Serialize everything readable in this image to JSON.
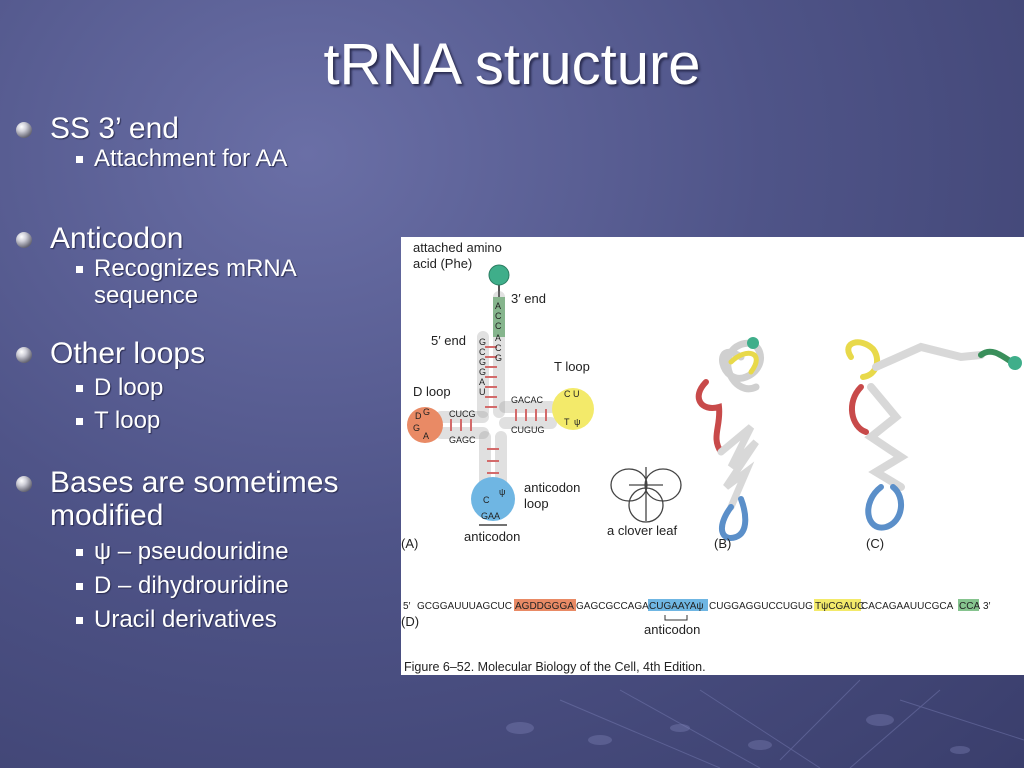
{
  "slide": {
    "title": "tRNA structure",
    "bullets": [
      {
        "text": "SS 3’ end",
        "sub": [
          "Attachment for AA"
        ]
      },
      {
        "text": "Anticodon",
        "sub": [
          "Recognizes mRNA sequence"
        ]
      },
      {
        "text": "Other loops",
        "sub": [
          "D loop",
          "T loop"
        ]
      },
      {
        "text": "Bases are sometimes modified",
        "sub": [
          "ψ – pseudouridine",
          "D – dihydrouridine",
          "Uracil derivatives"
        ]
      }
    ]
  },
  "figure": {
    "attached_line1": "attached amino",
    "attached_line2": "acid (Phe)",
    "three_end": "3′ end",
    "five_end": "5′ end",
    "t_loop": "T loop",
    "d_loop": "D loop",
    "anticodon_loop_line1": "anticodon",
    "anticodon_loop_line2": "loop",
    "anticodon": "anticodon",
    "clover_leaf": "a clover leaf",
    "panel_a": "(A)",
    "panel_b": "(B)",
    "panel_c": "(C)",
    "panel_d": "(D)",
    "seq_five": "5′",
    "seq_three": "3′",
    "sequence_parts": [
      "GCGGAUUUAGCUC",
      "AGDDGGGA",
      "GAGCGCCAGA",
      "CUGAAYAψ",
      "CUGGAGGUCCUGUG",
      "TψCGAUC",
      "CACAGAAUUCGCA",
      "CCA"
    ],
    "seq_anticodon": "anticodon",
    "caption": "Figure 6–52. Molecular Biology of the Cell, 4th Edition.",
    "colors": {
      "d_loop": "#e98a65",
      "t_loop": "#f3ea6a",
      "anticodon": "#6fb6e3",
      "acceptor": "#86c48f",
      "ball": "#3fae8a"
    }
  }
}
